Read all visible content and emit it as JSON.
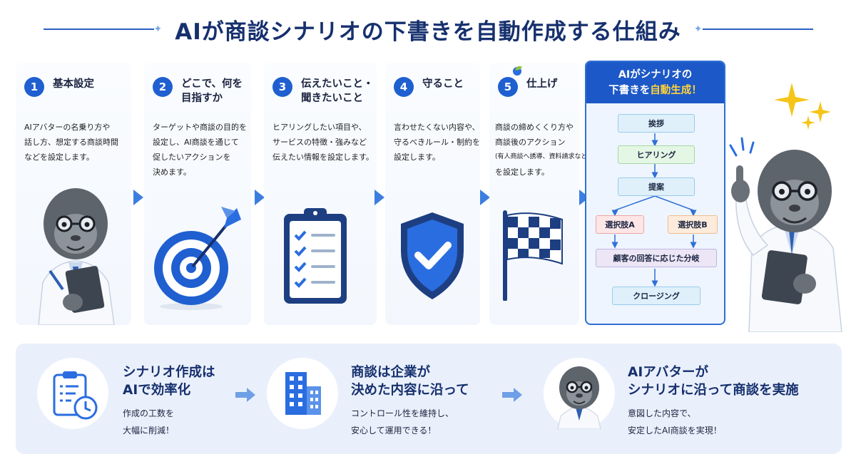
{
  "title": "AIが商談シナリオの下書きを自動作成する仕組み",
  "colors": {
    "primary": "#1f5fd0",
    "dark": "#16306e",
    "highlight": "#ffd23a"
  },
  "steps": [
    {
      "num": "1",
      "title_lines": [
        "基本設定"
      ],
      "desc_lines": [
        "AIアバターの名乗り方や",
        "話し方、想定する商談時間",
        "などを設定します。"
      ],
      "icon": "gorilla-clipboard-illustration"
    },
    {
      "num": "2",
      "title_lines": [
        "どこで、何を",
        "目指すか"
      ],
      "desc_lines": [
        "ターゲットや商談の目的を",
        "設定し、AI商談を通じて",
        "促したいアクションを",
        "決めます。"
      ],
      "icon": "target-icon"
    },
    {
      "num": "3",
      "title_lines": [
        "伝えたいこと・",
        "聞きたいこと"
      ],
      "desc_lines": [
        "ヒアリングしたい項目や、",
        "サービスの特徴・強みなど",
        "伝えたい情報を設定します。"
      ],
      "icon": "checklist-icon"
    },
    {
      "num": "4",
      "title_lines": [
        "守ること"
      ],
      "desc_lines": [
        "言わせたくない内容や、",
        "守るべきルール・制約を",
        "設定します。"
      ],
      "icon": "shield-check-icon"
    },
    {
      "num": "5",
      "title_lines": [
        "仕上げ"
      ],
      "desc_lines": [
        "商談の締めくくり方や",
        "商談後のアクション",
        "(有人商談へ誘導、資料請求など)",
        "を設定します。"
      ],
      "icon": "checkered-flag-icon"
    }
  ],
  "generation": {
    "title_line1": "AIがシナリオの",
    "title_line2_pre": "下書きを",
    "title_line2_highlight": "自動生成！",
    "flow": {
      "greeting": "挨拶",
      "hearing": "ヒアリング",
      "proposal": "提案",
      "option_a": "選択肢A",
      "option_b": "選択肢B",
      "branch": "顧客の回答に応じた分岐",
      "closing": "クロージング"
    }
  },
  "benefits": [
    {
      "title_lines": [
        "シナリオ作成は",
        "AIで効率化"
      ],
      "desc_lines": [
        "作成の工数を",
        "大幅に削減！"
      ],
      "icon": "clipboard-clock-icon"
    },
    {
      "title_lines": [
        "商談は企業が",
        "決めた内容に沿って"
      ],
      "desc_lines": [
        "コントロール性を維持し、",
        "安心して運用できる！"
      ],
      "icon": "building-icon"
    },
    {
      "title_lines": [
        "AIアバターが",
        "シナリオに沿って商談を実施"
      ],
      "desc_lines": [
        "意図した内容で、",
        "安定したAI商談を実現！"
      ],
      "icon": "gorilla-avatar-icon"
    }
  ]
}
